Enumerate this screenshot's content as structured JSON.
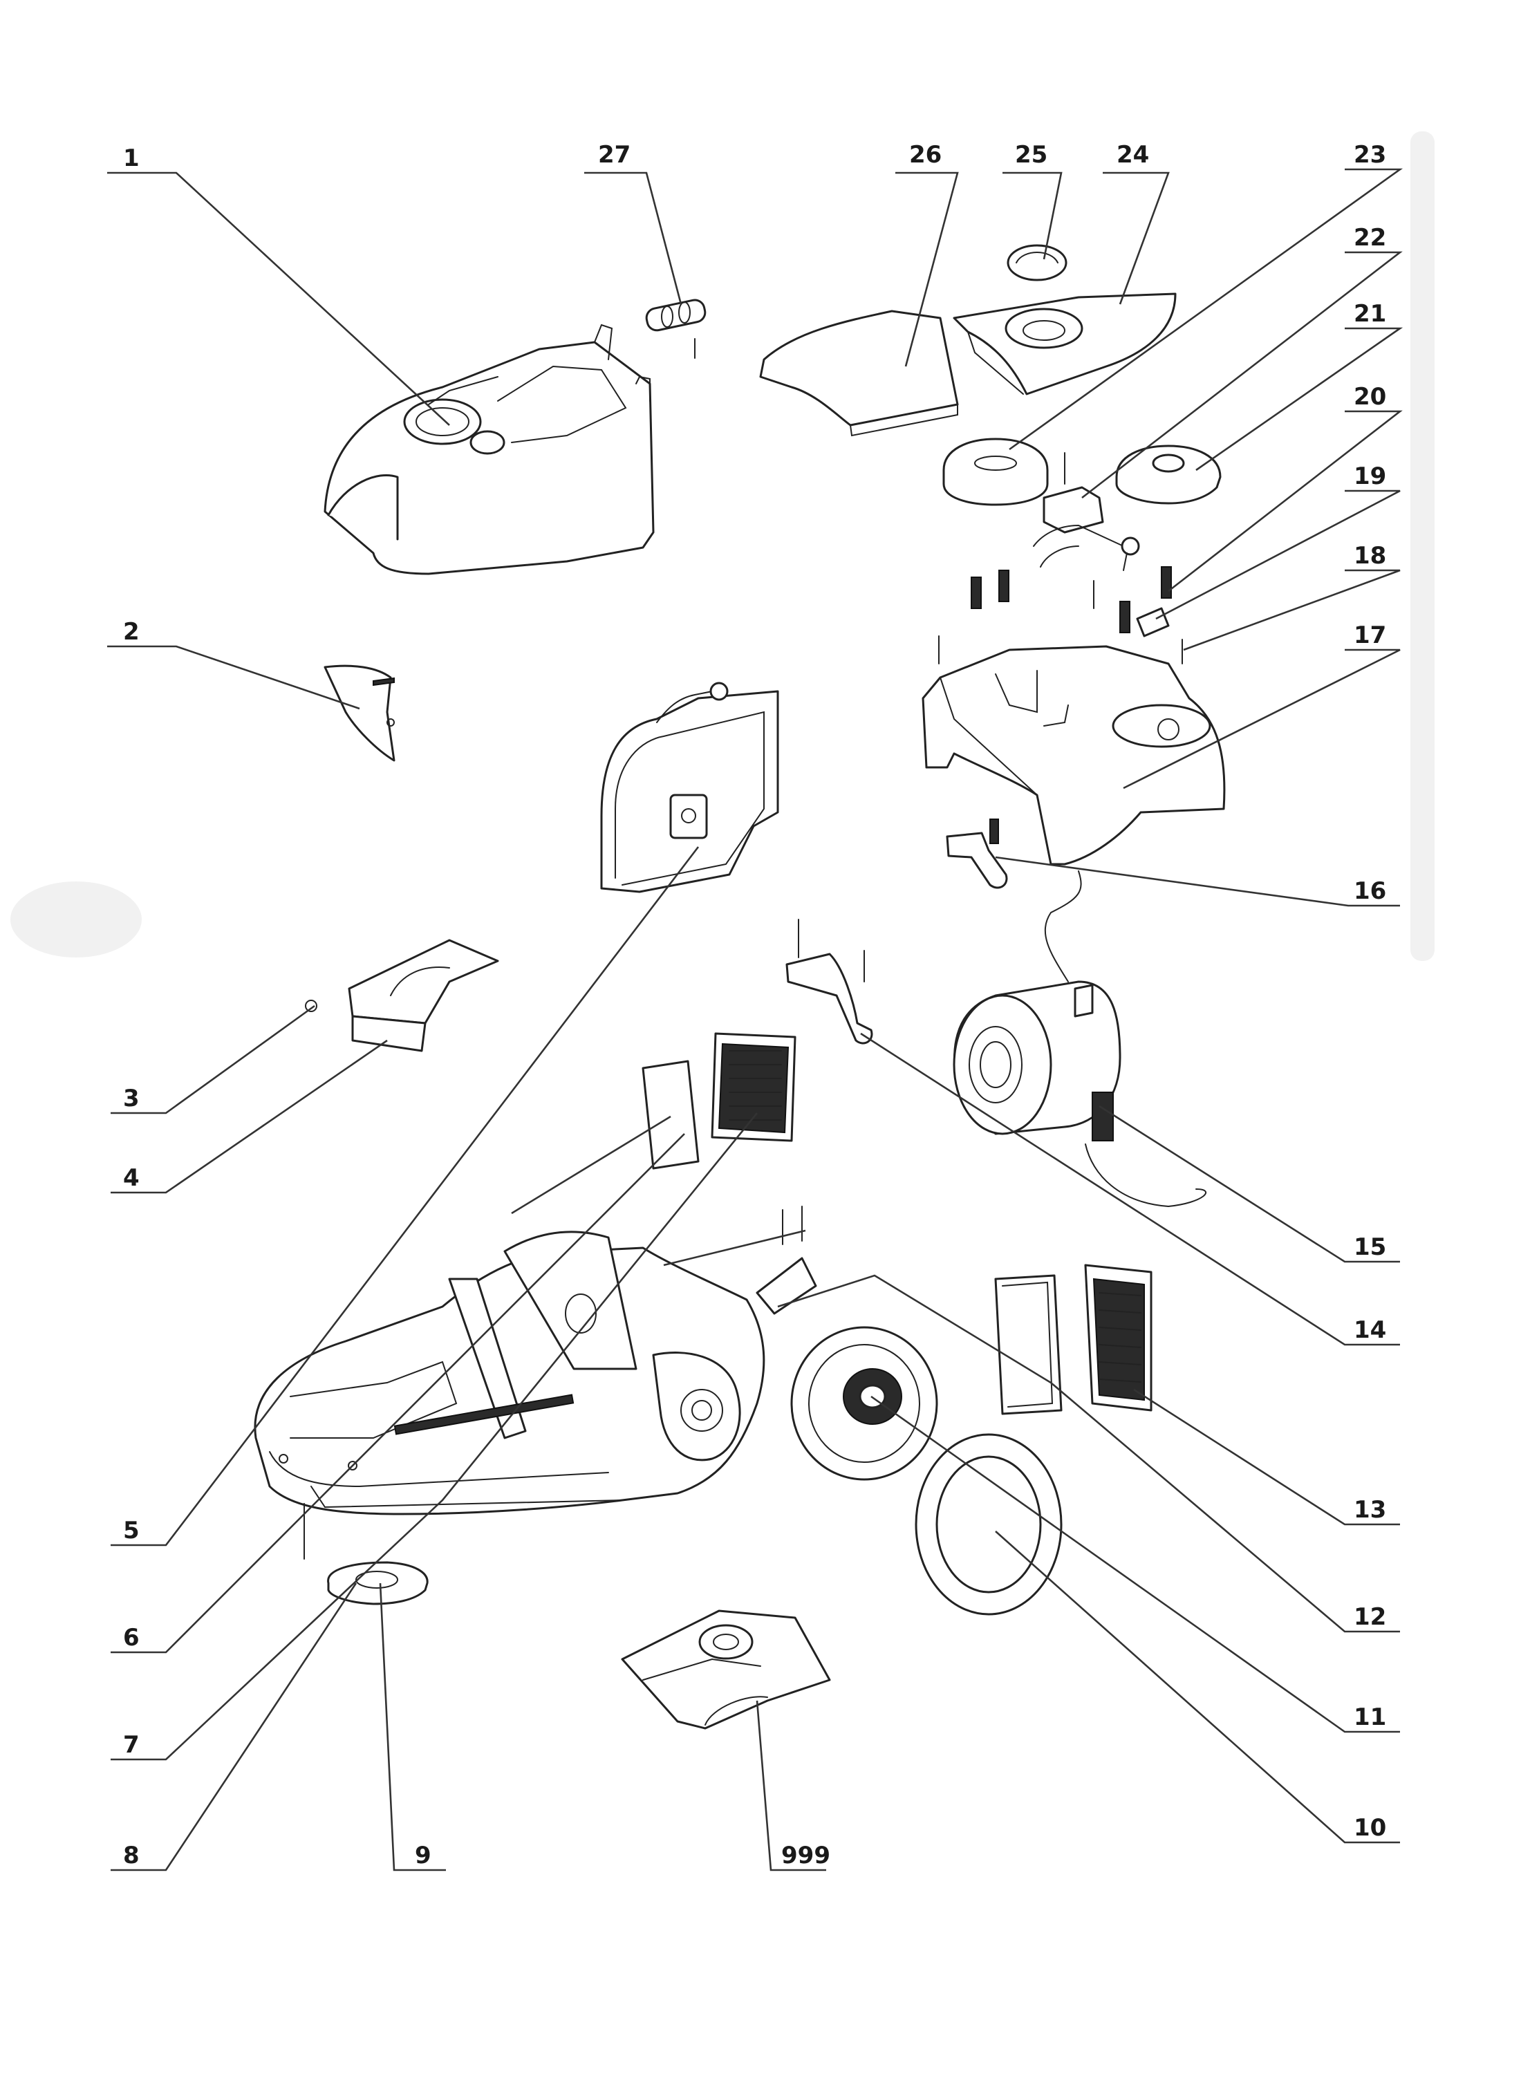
{
  "callouts": [
    {
      "id": "1",
      "label": "1"
    },
    {
      "id": "2",
      "label": "2"
    },
    {
      "id": "3",
      "label": "3"
    },
    {
      "id": "4",
      "label": "4"
    },
    {
      "id": "5",
      "label": "5"
    },
    {
      "id": "6",
      "label": "6"
    },
    {
      "id": "7",
      "label": "7"
    },
    {
      "id": "8",
      "label": "8"
    },
    {
      "id": "9",
      "label": "9"
    },
    {
      "id": "10",
      "label": "10"
    },
    {
      "id": "11",
      "label": "11"
    },
    {
      "id": "12",
      "label": "12"
    },
    {
      "id": "13",
      "label": "13"
    },
    {
      "id": "14",
      "label": "14"
    },
    {
      "id": "15",
      "label": "15"
    },
    {
      "id": "16",
      "label": "16"
    },
    {
      "id": "17",
      "label": "17"
    },
    {
      "id": "18",
      "label": "18"
    },
    {
      "id": "19",
      "label": "19"
    },
    {
      "id": "20",
      "label": "20"
    },
    {
      "id": "21",
      "label": "21"
    },
    {
      "id": "22",
      "label": "22"
    },
    {
      "id": "23",
      "label": "23"
    },
    {
      "id": "24",
      "label": "24"
    },
    {
      "id": "25",
      "label": "25"
    },
    {
      "id": "26",
      "label": "26"
    },
    {
      "id": "27",
      "label": "27"
    },
    {
      "id": "999",
      "label": "999"
    }
  ],
  "colors": {
    "line": "#222222",
    "background": "#ffffff"
  }
}
